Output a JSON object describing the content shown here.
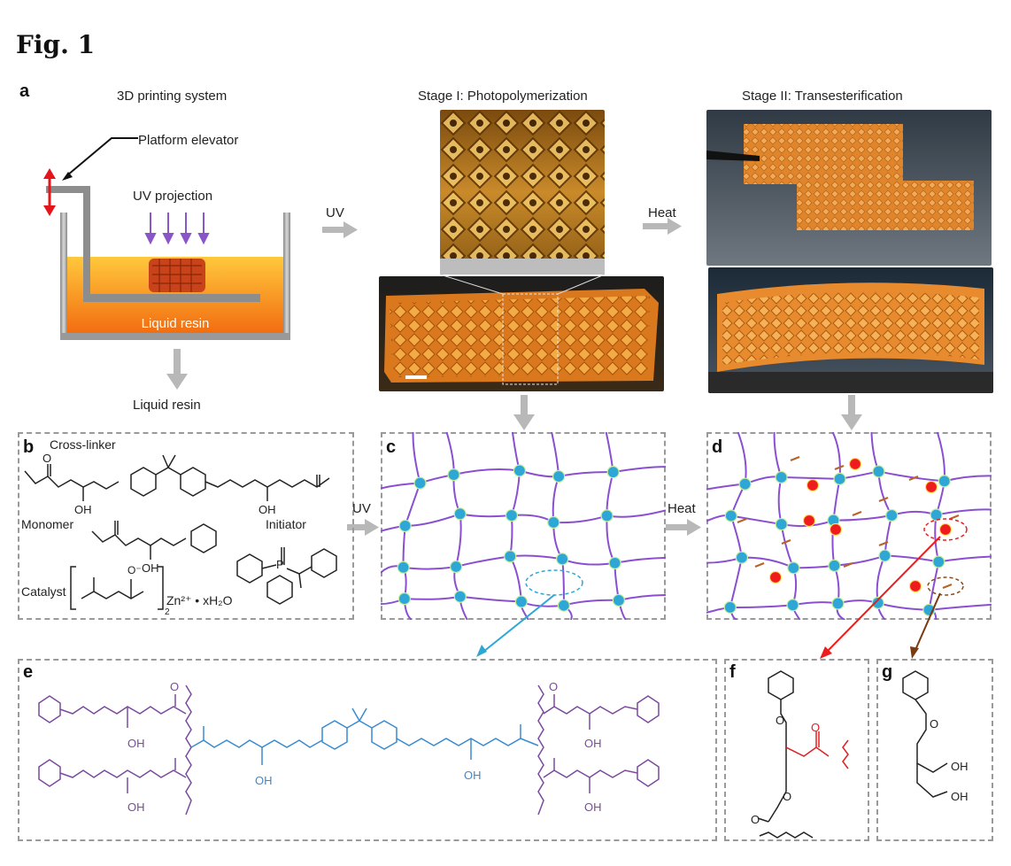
{
  "figure": {
    "title": "Fig. 1"
  },
  "panel_a": {
    "letter": "a",
    "system_title": "3D printing system",
    "platform_label": "Platform elevator",
    "uv_projection_label": "UV projection",
    "resin_label": "Liquid resin",
    "below_label": "Liquid resin",
    "arrow_uv_label": "UV",
    "arrow_heat_label": "Heat",
    "stage1_title": "Stage I: Photopolymerization",
    "stage2_title": "Stage II: Transesterification"
  },
  "panel_b": {
    "letter": "b",
    "crosslinker_label": "Cross-linker",
    "monomer_label": "Monomer",
    "initiator_label": "Initiator",
    "catalyst_label": "Catalyst",
    "catalyst_formula": "Zn²⁺ • xH₂O",
    "catalyst_sub": "2",
    "oh1": "OH",
    "oh2": "OH",
    "oh3": "OH",
    "o_label": "O",
    "p_label": "P",
    "ominus_label": "O⁻"
  },
  "panel_c": {
    "letter": "c",
    "arrow_label": "UV"
  },
  "panel_d": {
    "letter": "d",
    "arrow_label": "Heat"
  },
  "panel_e": {
    "letter": "e",
    "oh": "OH",
    "o": "O"
  },
  "panel_f": {
    "letter": "f",
    "o": "O"
  },
  "panel_g": {
    "letter": "g",
    "oh": "OH",
    "o": "O"
  },
  "colors": {
    "network": "#8a4fd1",
    "node_blue": "#2ea6d6",
    "node_red": "#ee1c1c",
    "dash_brown": "#b5652a",
    "purple_chem": "#7a4a9e",
    "blue_chem": "#3a8ad0",
    "red_chem": "#e02020"
  }
}
